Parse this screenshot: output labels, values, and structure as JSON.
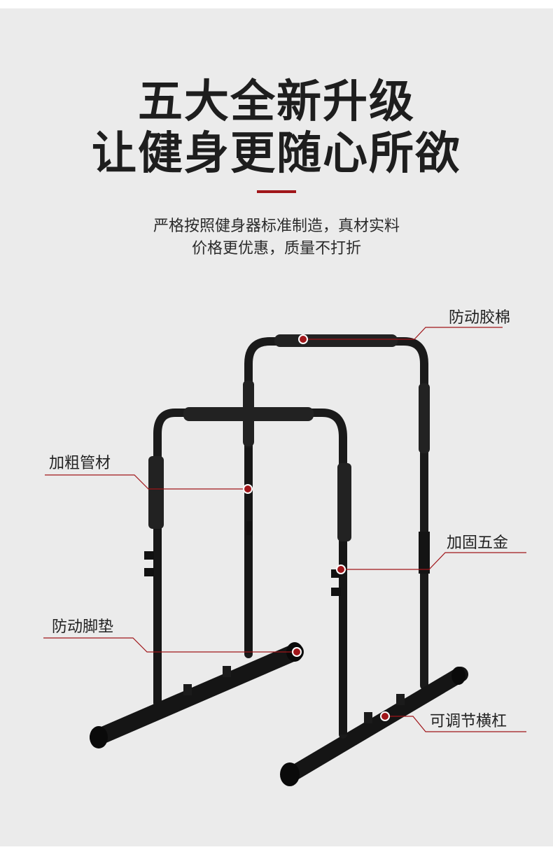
{
  "headline": {
    "line1": "五大全新升级",
    "line2": "让健身更随心所欲"
  },
  "subtitle": {
    "line1": "严格按照健身器标准制造，真材实料",
    "line2": "价格更优惠，质量不打折"
  },
  "callouts": {
    "foam_grip": "防动胶棉",
    "thick_tube": "加粗管材",
    "hardware": "加固五金",
    "foot_pad": "防动脚垫",
    "crossbar": "可调节横杠"
  },
  "colors": {
    "accent": "#a0161a",
    "background": "#ebebeb",
    "frame": "#1a1a1a"
  }
}
